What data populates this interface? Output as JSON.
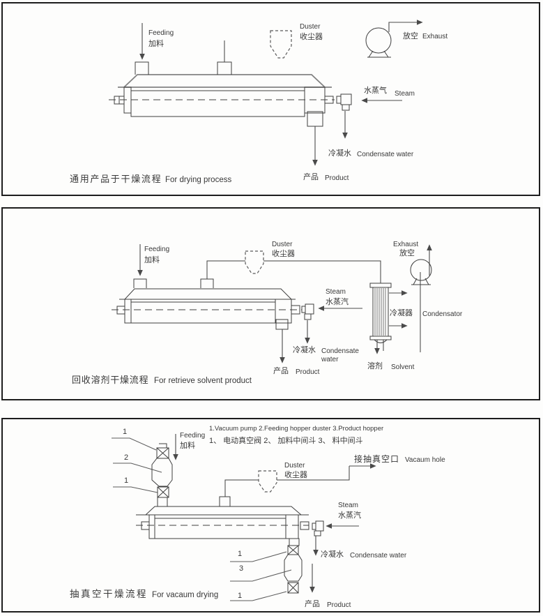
{
  "colors": {
    "background": "#fdfdfc",
    "line": "#3e3e3e",
    "panel_border": "#1d1d1d",
    "text": "#383838"
  },
  "panels": [
    {
      "name": "general-drying",
      "caption_zh": "通用产品于干燥流程",
      "caption_en": "For drying process",
      "labels": {
        "feeding_en": "Feeding",
        "feeding_zh": "加料",
        "duster_en": "Duster",
        "duster_zh": "收尘器",
        "exhaust_zh": "放空",
        "exhaust_en": "Exhaust",
        "steam_zh": "水蒸气",
        "steam_en": "Steam",
        "condensate_zh": "冷凝水",
        "condensate_en": "Condensate water",
        "product_zh": "产品",
        "product_en": "Product"
      }
    },
    {
      "name": "solvent-recovery",
      "caption_zh": "回收溶剂干燥流程",
      "caption_en": "For retrieve solvent product",
      "labels": {
        "feeding_en": "Feeding",
        "feeding_zh": "加料",
        "duster_en": "Duster",
        "duster_zh": "收尘器",
        "exhaust_en": "Exhaust",
        "exhaust_zh": "放空",
        "steam_en": "Steam",
        "steam_zh": "水蒸汽",
        "condensate_zh": "冷凝水",
        "condensate_en_line1": "Condensate",
        "condensate_en_line2": "water",
        "product_zh": "产品",
        "product_en": "Product",
        "condenser_zh": "冷凝器",
        "condenser_en": "Condensator",
        "solvent_zh": "溶剂",
        "solvent_en": "Solvent"
      }
    },
    {
      "name": "vacuum-drying",
      "caption_zh": "抽真空干燥流程",
      "caption_en": "For vacaum drying",
      "legend_en": "1.Vacuum pump 2.Feeding hopper duster 3.Product hopper",
      "legend_zh": "1、 电动真空阀  2、 加料中间斗  3、 料中间斗",
      "labels": {
        "feeding_en": "Feeding",
        "feeding_zh": "加料",
        "duster_en": "Duster",
        "duster_zh": "收尘器",
        "vacuum_zh": "接抽真空口",
        "vacuum_en": "Vacaum hole",
        "steam_en": "Steam",
        "steam_zh": "水蒸汽",
        "condensate_zh": "冷凝水",
        "condensate_en": "Condensate water",
        "product_zh": "产品",
        "product_en": "Product"
      },
      "callouts": {
        "feed_top": "1",
        "feed_mid": "2",
        "feed_bottom": "1",
        "out_top": "1",
        "out_mid": "3",
        "out_bottom": "1"
      }
    }
  ]
}
